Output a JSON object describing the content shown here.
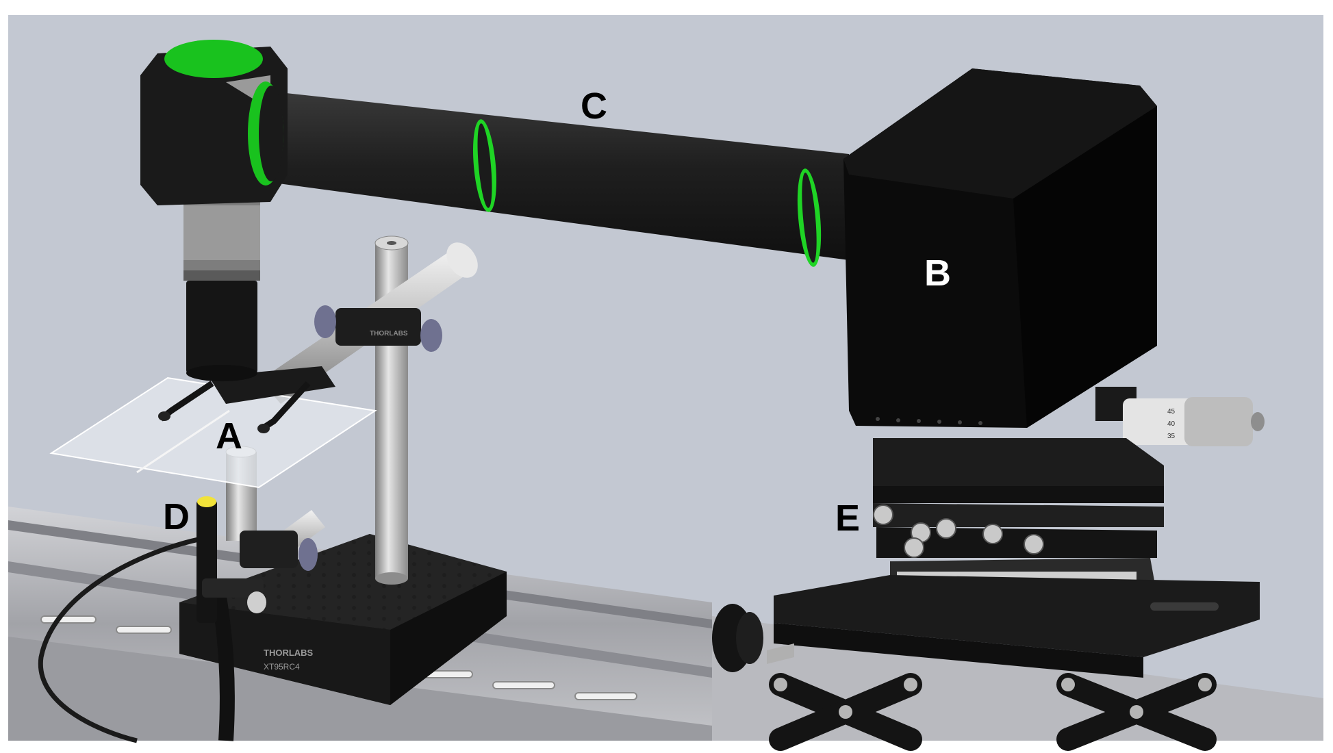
{
  "figure": {
    "callouts": {
      "a": "A",
      "b": "B",
      "c": "C",
      "d": "D",
      "e": "E"
    },
    "engravings": {
      "breadboard_brand": "THORLABS",
      "breadboard_model": "XT95RC4",
      "clamp_brand": "THORLABS",
      "micrometer_ticks": [
        "45",
        "40",
        "35"
      ]
    }
  },
  "colors": {
    "background": "#c3c8d2",
    "accent_green": "#19c21e",
    "housing_black": "#0d0d0d",
    "rail_gray": "#a9aab0"
  }
}
